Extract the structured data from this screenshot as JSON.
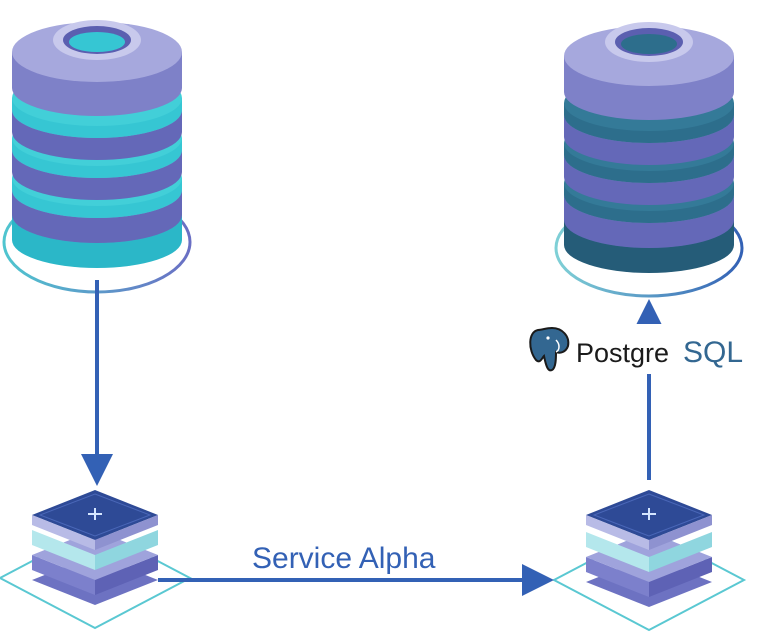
{
  "edge_label": "Service Alpha",
  "postgres_logo": {
    "word_part1": "Postgre",
    "word_part2": "SQL"
  },
  "nodes": [
    {
      "name": "source-database",
      "kind": "database",
      "accent": "#36c6d3"
    },
    {
      "name": "target-database",
      "kind": "database",
      "accent": "#2d6e8c"
    },
    {
      "name": "source-service-node",
      "kind": "service-node"
    },
    {
      "name": "target-service-node",
      "kind": "service-node"
    }
  ],
  "edges": [
    {
      "from": "source-database",
      "to": "source-service-node"
    },
    {
      "from": "source-service-node",
      "to": "target-service-node",
      "label": "Service Alpha"
    },
    {
      "from": "target-service-node",
      "to": "target-database"
    }
  ],
  "colors": {
    "arrow": "#3361b5",
    "label": "#3361b5",
    "disk_top": "#a6a8dd",
    "disk_side": "#7e81c8",
    "disk_dark": "#5b5fb0",
    "node_dark": "#2e4a96",
    "outline": "#4fc5cf"
  }
}
